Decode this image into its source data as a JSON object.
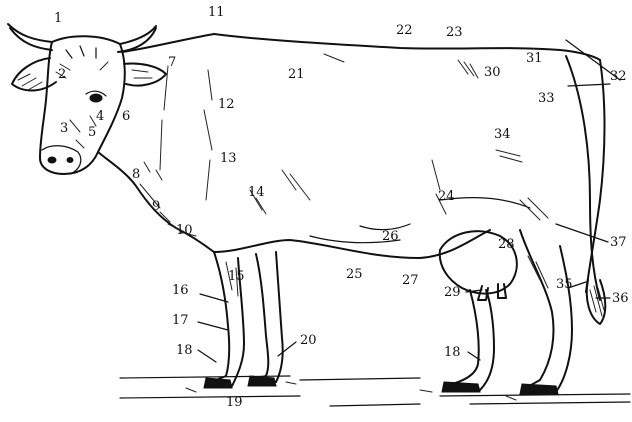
{
  "labels": [
    {
      "id": "1",
      "text": "1"
    },
    {
      "id": "2",
      "text": "2"
    },
    {
      "id": "3",
      "text": "3"
    },
    {
      "id": "4",
      "text": "4"
    },
    {
      "id": "5",
      "text": "5"
    },
    {
      "id": "6",
      "text": "6"
    },
    {
      "id": "7",
      "text": "7"
    },
    {
      "id": "8",
      "text": "8"
    },
    {
      "id": "9",
      "text": "9"
    },
    {
      "id": "10",
      "text": "10"
    },
    {
      "id": "11",
      "text": "11"
    },
    {
      "id": "12",
      "text": "12"
    },
    {
      "id": "13",
      "text": "13"
    },
    {
      "id": "14",
      "text": "14"
    },
    {
      "id": "15",
      "text": "15"
    },
    {
      "id": "16",
      "text": "16"
    },
    {
      "id": "17",
      "text": "17"
    },
    {
      "id": "18a",
      "text": "18"
    },
    {
      "id": "18b",
      "text": "18"
    },
    {
      "id": "19",
      "text": "19"
    },
    {
      "id": "20",
      "text": "20"
    },
    {
      "id": "21",
      "text": "21"
    },
    {
      "id": "22",
      "text": "22"
    },
    {
      "id": "23",
      "text": "23"
    },
    {
      "id": "24",
      "text": "24"
    },
    {
      "id": "25",
      "text": "25"
    },
    {
      "id": "26",
      "text": "26"
    },
    {
      "id": "27",
      "text": "27"
    },
    {
      "id": "28",
      "text": "28"
    },
    {
      "id": "29",
      "text": "29"
    },
    {
      "id": "30",
      "text": "30"
    },
    {
      "id": "31",
      "text": "31"
    },
    {
      "id": "32",
      "text": "32"
    },
    {
      "id": "33",
      "text": "33"
    },
    {
      "id": "34",
      "text": "34"
    },
    {
      "id": "35",
      "text": "35"
    },
    {
      "id": "36",
      "text": "36"
    },
    {
      "id": "37",
      "text": "37"
    }
  ]
}
